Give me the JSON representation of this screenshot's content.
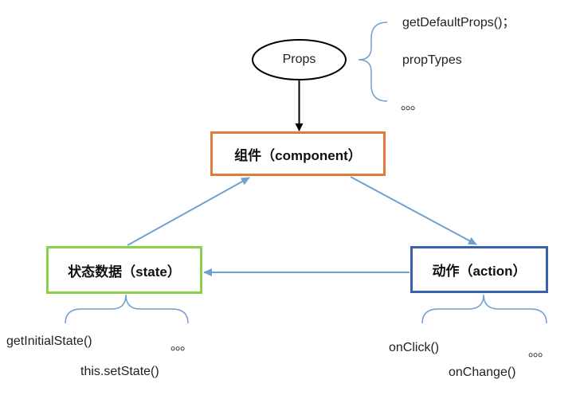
{
  "props_node": {
    "label": "Props"
  },
  "component_box": {
    "label": "组件（component）"
  },
  "state_box": {
    "label": "状态数据（state）"
  },
  "action_box": {
    "label": "动作（action）"
  },
  "props_items": [
    "getDefaultProps()；",
    "propTypes",
    "。。。"
  ],
  "state_items": [
    "getInitialState()",
    "this.setState()",
    "。。。"
  ],
  "action_items": [
    "onClick()",
    "onChange()",
    "。。。"
  ],
  "colors": {
    "component_border": "#e07b39",
    "state_border": "#8ccf4d",
    "action_border": "#3b62a8",
    "arrow_blue": "#6fa0d0",
    "brace_blue": "#6fa0d0"
  }
}
